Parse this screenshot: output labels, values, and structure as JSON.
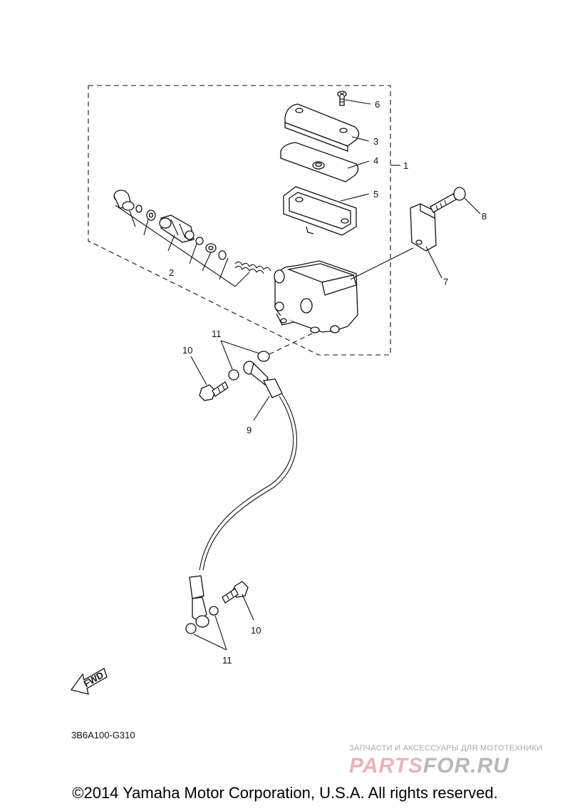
{
  "callouts": {
    "c1": "1",
    "c2": "2",
    "c3": "3",
    "c4": "4",
    "c5": "5",
    "c6": "6",
    "c7": "7",
    "c8": "8",
    "c9": "9",
    "c10a": "10",
    "c10b": "10",
    "c11a": "11",
    "c11b": "11"
  },
  "fwd_label": "FWD",
  "diagram_code": "3B6A100-G310",
  "watermark": {
    "tagline": "ЗАПЧАСТИ И АКСЕССУАРЫ ДЛЯ МОТОТЕХНИКИ",
    "logo_part1": "PARTS",
    "logo_part2": "FOR.RU"
  },
  "copyright": "©2014 Yamaha Motor Corporation, U.S.A. All rights reserved."
}
